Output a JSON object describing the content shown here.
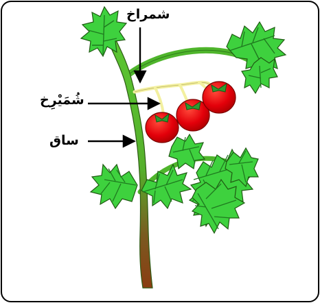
{
  "labels": {
    "truss": "شمراخ",
    "pedicel": "شُمَيْرِخ",
    "stem": "ساق"
  },
  "colors": {
    "frame": "#000000",
    "leaf_fill": "#3ed13e",
    "leaf_vein": "#1f7a1f",
    "stem_green": "#55c02f",
    "stem_brown": "#8a4a1a",
    "truss": "#f3f0a0",
    "tomato": "#e3000a",
    "tomato_shadow": "#a80000",
    "sepal": "#2f9a2f",
    "arrow": "#000000"
  },
  "icons": [
    "tomato-fruit-icon",
    "leaf-icon"
  ]
}
